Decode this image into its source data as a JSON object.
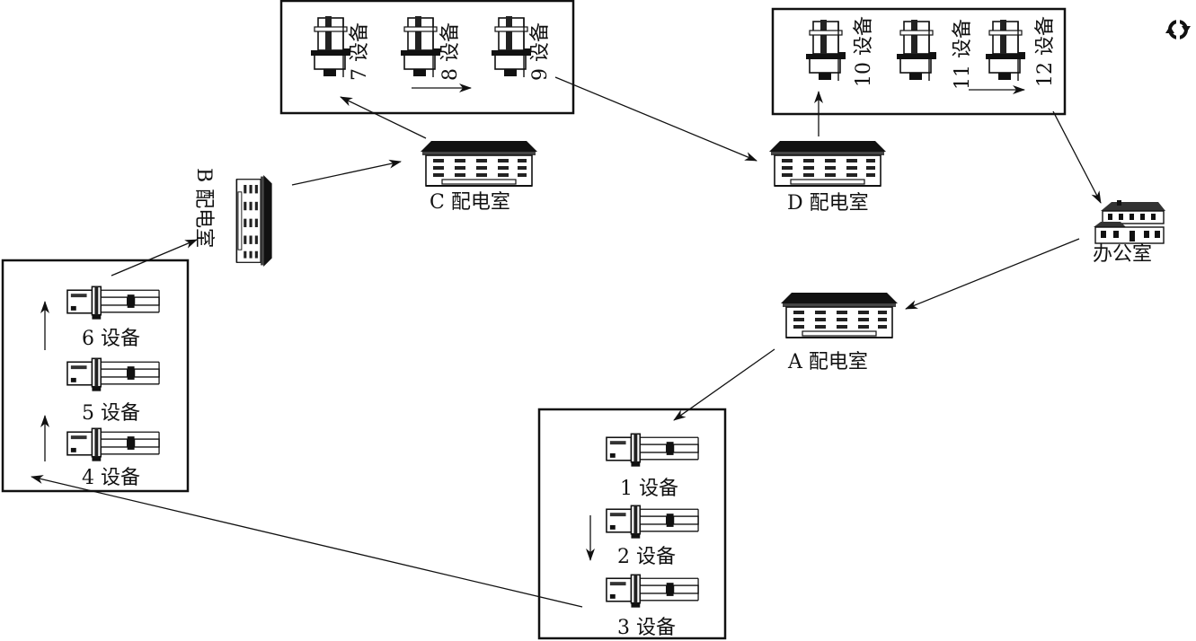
{
  "diagram": {
    "rooms": {
      "a": "A 配电室",
      "b": "B 配电室",
      "c": "C 配电室",
      "d": "D 配电室",
      "office": "办公室"
    },
    "devices": {
      "d1": "1 设备",
      "d2": "2 设备",
      "d3": "3 设备",
      "d4": "4 设备",
      "d5": "5 设备",
      "d6": "6 设备",
      "d7": "7 设备",
      "d8": "8 设备",
      "d9": "9 设备",
      "d10": "10 设备",
      "d11": "11 设备",
      "d12": "12 设备"
    }
  }
}
